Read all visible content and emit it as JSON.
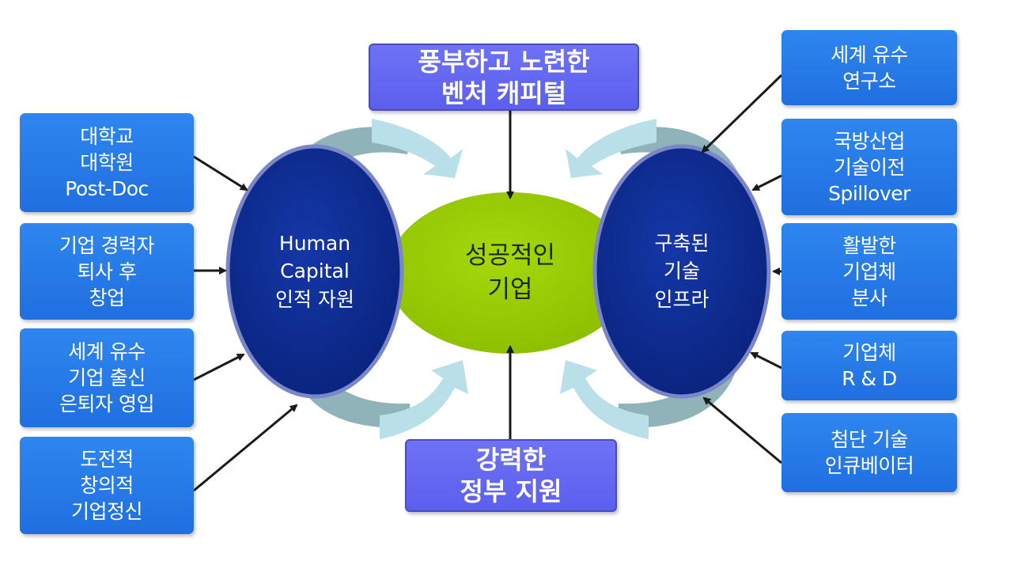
{
  "center": {
    "lines": [
      "성공적인",
      "기업"
    ]
  },
  "left_oval": {
    "lines": [
      "Human",
      "Capital",
      "인적 자원"
    ]
  },
  "right_oval": {
    "lines": [
      "구축된",
      "기술",
      "인프라"
    ]
  },
  "top_box": {
    "lines": [
      "풍부하고 노련한",
      "벤처 캐피털"
    ]
  },
  "bottom_box": {
    "lines": [
      "강력한",
      "정부 지원"
    ]
  },
  "left_boxes": [
    {
      "lines": [
        "대학교",
        "대학원",
        "Post-Doc"
      ]
    },
    {
      "lines": [
        "기업 경력자",
        "퇴사 후",
        "창업"
      ]
    },
    {
      "lines": [
        "세계 유수",
        "기업 출신",
        "은퇴자 영입"
      ]
    },
    {
      "lines": [
        "도전적",
        "창의적",
        "기업정신"
      ]
    }
  ],
  "right_boxes": [
    {
      "lines": [
        "세계 유수",
        "연구소"
      ]
    },
    {
      "lines": [
        "국방산업",
        "기술이전",
        "Spillover"
      ]
    },
    {
      "lines": [
        "활발한",
        "기업체",
        "분사"
      ]
    },
    {
      "lines": [
        "기업체",
        "R & D"
      ]
    },
    {
      "lines": [
        "첨단 기술",
        "인큐베이터"
      ]
    }
  ],
  "colors": {
    "box_blue": "#2278e8",
    "venture_purple": "#6466f1",
    "oval_navy": "#0d2a8c",
    "center_green": "#99cc00",
    "swirl_teal": "#8fb3b8",
    "swirl_light": "#b9e0e8",
    "arrow": "#1a1a1a"
  }
}
